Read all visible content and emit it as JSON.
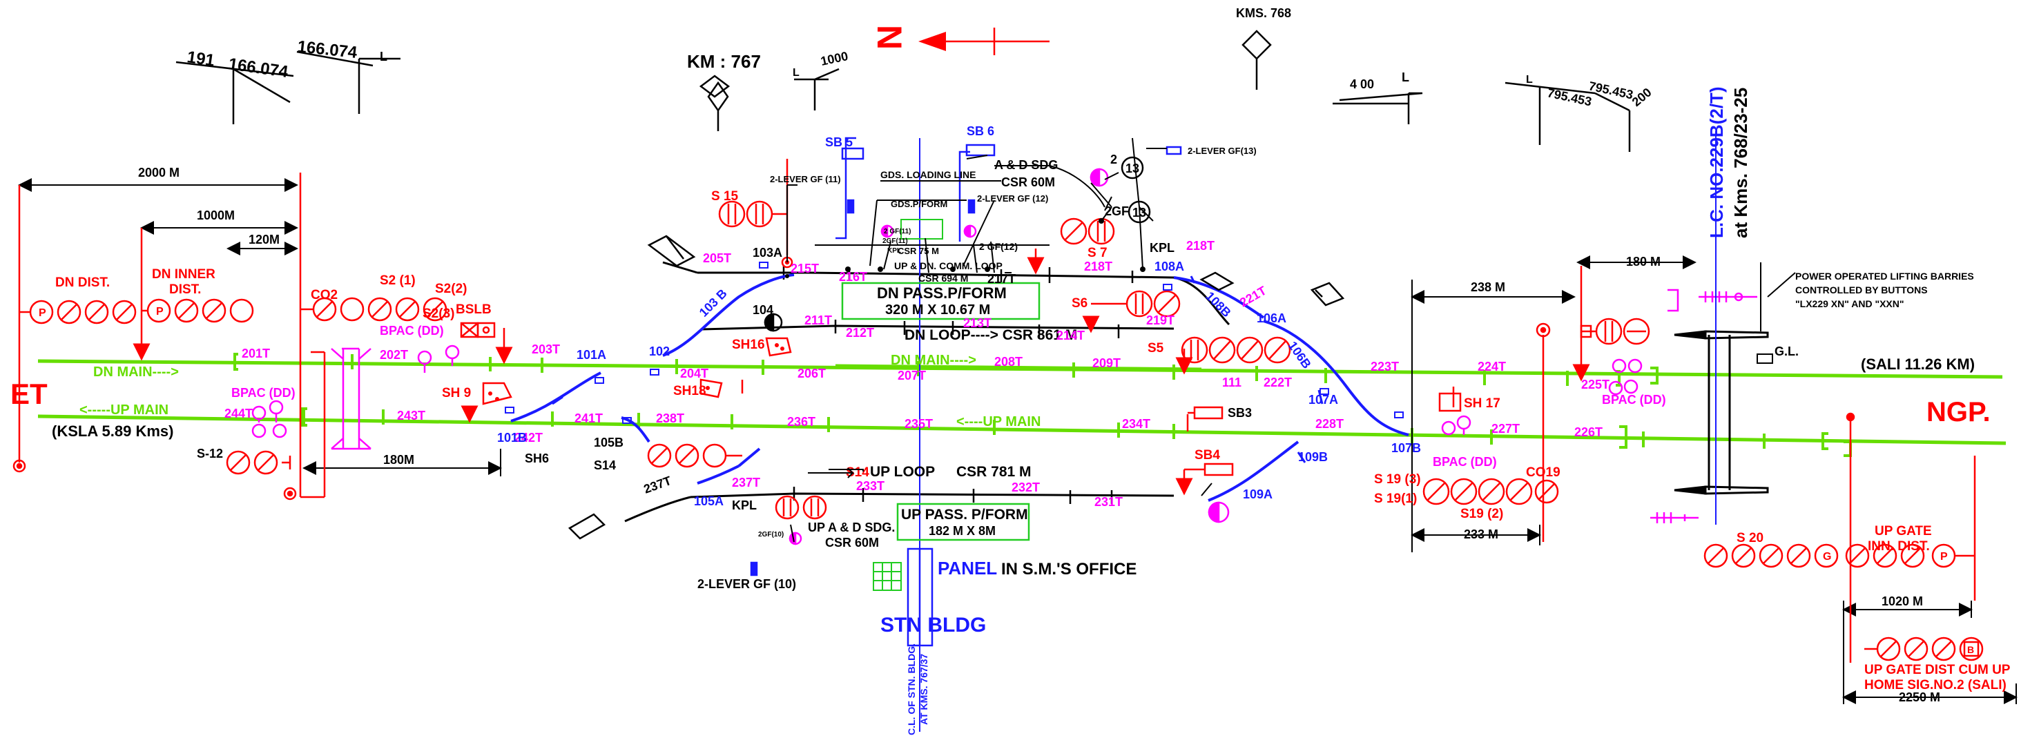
{
  "colors": {
    "red": "#ff0000",
    "blue": "#1a1aff",
    "green": "#66dd00",
    "magenta": "#ff00ff",
    "black": "#000000",
    "box_green": "#22cc22"
  },
  "top": {
    "km_191": "191",
    "km_166_a": "166.074",
    "km_166_b": "166.074",
    "l1": "L",
    "km_767": "KM : 767",
    "l_1000_l": "L",
    "l_1000": "1000",
    "north": "N",
    "kms_768": "KMS. 768",
    "l400_a": "4 00",
    "l400_b": "L",
    "l795_l": "L",
    "l795_a": "795.453",
    "l795_b": "795.453",
    "l795_c": "200",
    "lc_no": "L.C. NO.229B(2/T)",
    "lc_km": "at Kms. 768/23-25"
  },
  "distances": {
    "d2000": "2000 M",
    "d1000": "1000M",
    "d120": "120M",
    "d180_left": "180M",
    "d238": "238 M",
    "d180_right": "180 M",
    "d233": "233 M",
    "d1020": "1020 M",
    "d2250": "2250 M"
  },
  "stations": {
    "et": "ET",
    "ngp": "NGP.",
    "ksla": "(KSLA 5.89 Kms)",
    "sali": "(SALI 11.26 KM)"
  },
  "signals": {
    "dn_dist": "DN DIST.",
    "dn_inner_1": "DN INNER",
    "dn_inner_2": "DIST.",
    "co2": "CO2",
    "s2_1": "S2 (1)",
    "s2_2": "S2(2)",
    "s2_3": "S2(3)",
    "bpac_dd_1": "BPAC (DD)",
    "bslb": "BSLB",
    "sh9": "SH 9",
    "bpac_dd_2": "BPAC (DD)",
    "s12": "S-12",
    "sh6": "SH6",
    "s14_a": "S14",
    "s15": "S 15",
    "sh16": "SH16",
    "sh18": "SH18",
    "s14_b": "S14",
    "kpl_left": "KPL",
    "s7": "S 7",
    "s6": "S6",
    "s5": "S5",
    "s5_num": "111",
    "sb3": "SB3",
    "sb4": "SB4",
    "kpl_right": "KPL",
    "sh17": "SH 17",
    "bpac_dd_3": "BPAC (DD)",
    "bpac_dd_4": "BPAC (DD)",
    "s19_3": "S 19 (3)",
    "s19_1": "S 19(1)",
    "s19_2": "S19 (2)",
    "co19": "CO19",
    "s20": "S 20",
    "up_gate_1": "UP GATE",
    "up_gate_2": "INN. DIST.",
    "up_gate_dist_1": "UP GATE DIST CUM UP",
    "up_gate_dist_2": "HOME SIG.NO.2 (SALI)",
    "gl": "G.L.",
    "gf_2_13": "2",
    "gf_13_a": "13",
    "gf_2gf": "2GF",
    "gf_13_b": "13"
  },
  "lines": {
    "dn_main_left": "DN MAIN---->",
    "up_main_left": "<-----UP MAIN",
    "dn_main_mid": "DN MAIN---->",
    "up_main_mid": "<----UP MAIN",
    "dn_loop": "DN LOOP----> CSR 861 M",
    "up_loop": "UP LOOP",
    "up_loop_csr": "CSR 781 M",
    "comm_loop": "UP & DN. COMM. LOOP",
    "csr694": "CSR 694 M",
    "gds_loading": "GDS. LOADING LINE",
    "gds_pform": "GDS.P/FORM",
    "csr75": "CSR 75 M",
    "a_d_sdg": "A & D SDG",
    "csr60_a": "CSR 60M",
    "up_a_d_sdg": "UP A & D SDG.",
    "csr60_b": "CSR 60M",
    "lever_gf11": "2-LEVER GF (11)",
    "lever_gf12": "2-LEVER GF (12)",
    "lever_gf13": "2-LEVER GF(13)",
    "lever_gf10": "2-LEVER GF (10)",
    "gf_small_1": "2 GF(11)",
    "gf_small_2": "2GF(11)",
    "gf_small_3": "KPL",
    "gf_small_4": "2 GF(12)",
    "gf_small_5": "2GF(10)"
  },
  "track_circuits": {
    "t201": "201T",
    "t202": "202T",
    "t203": "203T",
    "t204": "204T",
    "t205": "205T",
    "t206": "206T",
    "t207": "207T",
    "t208": "208T",
    "t209": "209T",
    "t211": "211T",
    "t212": "212T",
    "t213": "213T",
    "t214": "214T",
    "t215": "215T",
    "t216": "216T",
    "t217": "217T",
    "t218a": "218T",
    "t218b": "218T",
    "t219": "219T",
    "t221": "221T",
    "t222": "222T",
    "t223": "223T",
    "t224": "224T",
    "t225": "225T",
    "t226": "226T",
    "t227": "227T",
    "t228": "228T",
    "t231": "231T",
    "t232": "232T",
    "t233": "233T",
    "t234": "234T",
    "t235": "235T",
    "t236": "236T",
    "t237a": "237T",
    "t237b": "237T",
    "t238": "238T",
    "t241": "241T",
    "t242": "242T",
    "t243": "243T",
    "t244": "244T"
  },
  "points": {
    "p101a": "101A",
    "p101b": "101B",
    "p102": "102",
    "p103a": "103A",
    "p103b": "103 B",
    "p104": "104",
    "p105a": "105A",
    "p105b": "105B",
    "p106a": "106A",
    "p106b": "106B",
    "p107a": "107A",
    "p107b": "107B",
    "p108a": "108A",
    "p108b": "108B",
    "p109a": "109A",
    "p109b": "109B",
    "sb5": "SB 5",
    "sb6": "SB 6"
  },
  "platforms": {
    "dn_pform_1": "DN  PASS.P/FORM",
    "dn_pform_2": "320  M  X  10.67 M",
    "up_pform_1": "UP PASS. P/FORM",
    "up_pform_2": "182 M X 8M"
  },
  "station": {
    "panel": "PANEL",
    "panel_rest": "IN S.M.'S OFFICE",
    "stn_bldg": "STN BLDG",
    "cl_1": "C.L. OF STN. BLDG.",
    "cl_2": "AT KMS. 767/37"
  },
  "notes": {
    "barrier_1": "POWER OPERATED LIFTING BARRIES",
    "barrier_2": "CONTROLLED BY BUTTONS",
    "barrier_3": "\"LX229 XN\" AND \"XXN\""
  }
}
